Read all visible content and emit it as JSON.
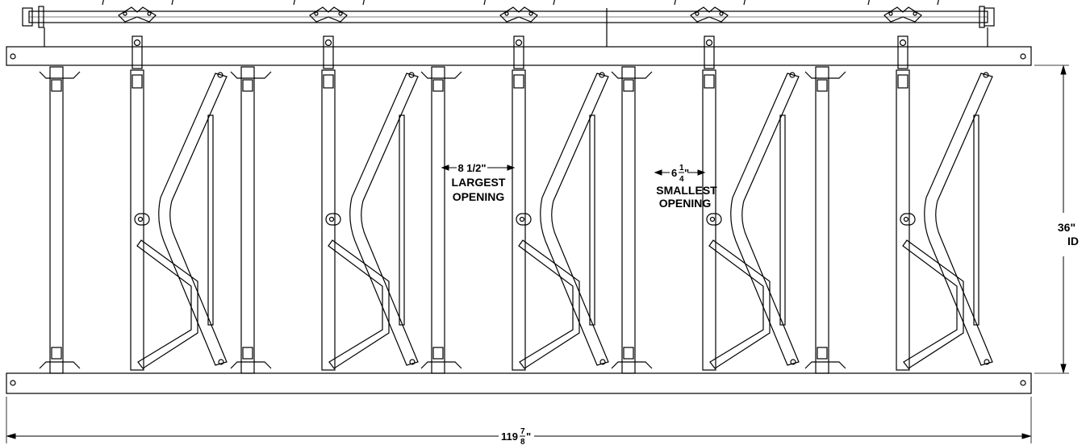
{
  "diagram": {
    "stall_count": 5,
    "line_color": "#000000",
    "background_color": "#ffffff",
    "dimensions": {
      "largest_opening": {
        "value": "8 1/2\"",
        "line1": "LARGEST",
        "line2": "OPENING"
      },
      "smallest_opening": {
        "whole": "6",
        "num": "1",
        "den": "4",
        "inch_mark": "\"",
        "line1": "SMALLEST",
        "line2": "OPENING"
      },
      "height": {
        "value": "36\"",
        "suffix": "ID"
      },
      "overall_width": {
        "whole": "119",
        "num": "7",
        "den": "8",
        "inch_mark": "\""
      }
    }
  }
}
